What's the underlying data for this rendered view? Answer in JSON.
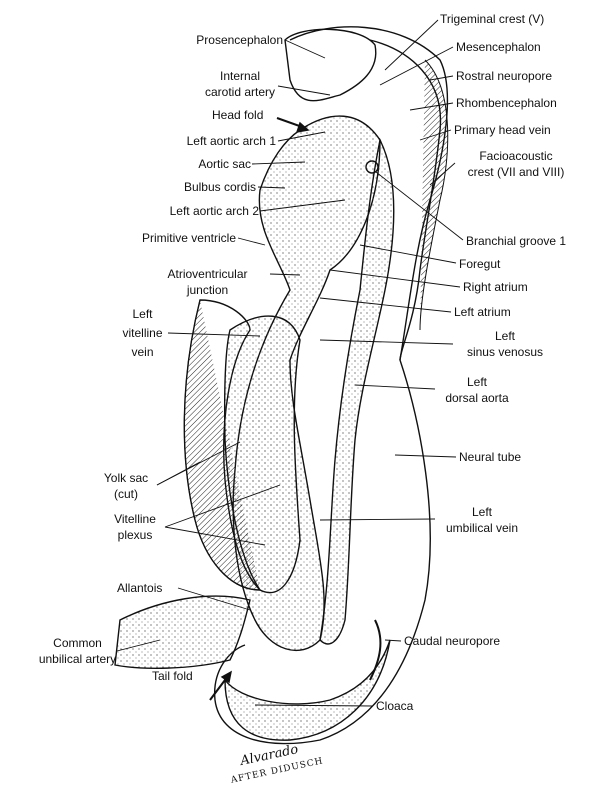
{
  "figure": {
    "labels_left": {
      "prosencephalon": "Prosencephalon",
      "internal_carotid": [
        "Internal",
        "carotid artery"
      ],
      "head_fold": "Head fold",
      "left_aortic_arch_1": "Left aortic arch 1",
      "aortic_sac": "Aortic sac",
      "bulbus_cordis": "Bulbus cordis",
      "left_aortic_arch_2": "Left aortic arch 2",
      "primitive_ventricle": "Primitive ventricle",
      "av_junction": [
        "Atrioventricular",
        "junction"
      ],
      "left_vitelline_vein": [
        "Left",
        "vitelline",
        "vein"
      ],
      "yolk_sac": [
        "Yolk sac",
        "(cut)"
      ],
      "vitelline_plexus": [
        "Vitelline",
        "plexus"
      ],
      "allantois": "Allantois",
      "common_umbilical_artery": [
        "Common",
        "unbilical artery"
      ],
      "tail_fold": "Tail fold"
    },
    "labels_right": {
      "trigeminal_crest": "Trigeminal crest (V)",
      "mesencephalon": "Mesencephalon",
      "rostral_neuropore": "Rostral neuropore",
      "rhombencephalon": "Rhombencephalon",
      "primary_head_vein": "Primary head vein",
      "facioacoustic_crest": [
        "Facioacoustic",
        "crest (VII and VIII)"
      ],
      "branchial_groove_1": "Branchial groove 1",
      "foregut": "Foregut",
      "right_atrium": "Right atrium",
      "left_atrium": "Left atrium",
      "left_sinus_venosus": [
        "Left",
        "sinus venosus"
      ],
      "left_dorsal_aorta": [
        "Left",
        "dorsal aorta"
      ],
      "neural_tube": "Neural tube",
      "left_umbilical_vein": [
        "Left",
        "umbilical vein"
      ],
      "caudal_neuropore": "Caudal neuropore",
      "cloaca": "Cloaca"
    },
    "signature": [
      "Alvarado",
      "AFTER DIDUSCH"
    ]
  }
}
